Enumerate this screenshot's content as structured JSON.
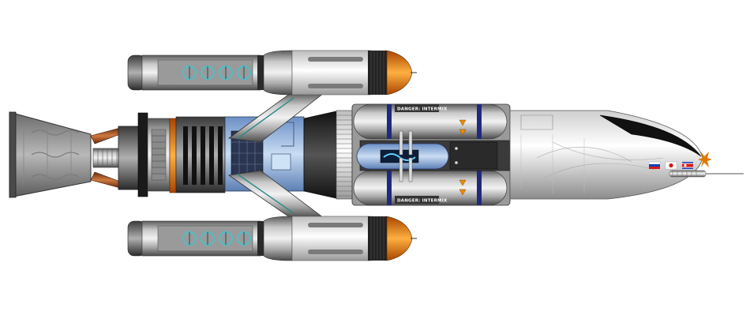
{
  "ship": {
    "upper_warning": "DANGER: INTERMIX",
    "lower_warning": "DANGER: INTERMIX",
    "flags": [
      "russia-flag",
      "japan-flag",
      "north-korea-flag"
    ]
  },
  "colors": {
    "background": "#ffffff",
    "hull_grey": "#8f8f8f",
    "hull_light": "#e6e6e6",
    "engine_glow": "#f07a10",
    "copper": "#b05a2a",
    "reactor_blue": "#9fb9d8",
    "pod_blue": "#7fa5d8",
    "stripe_navy": "#1f2a7a",
    "indicator_orange": "#f08a00",
    "antenna_orange": "#e07a00"
  }
}
